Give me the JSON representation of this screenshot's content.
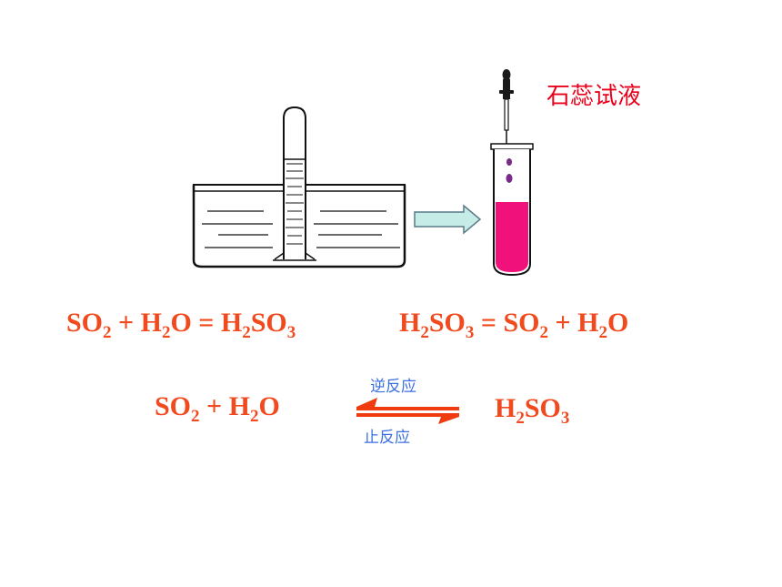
{
  "reagent_label": "石蕊试液",
  "equation_1": {
    "a": "SO",
    "a_sub": "2",
    "b": " + H",
    "b_sub": "2",
    "c": "O = H",
    "c_sub": "2",
    "d": "SO",
    "d_sub": "3"
  },
  "equation_2": {
    "a": "H",
    "a_sub": "2",
    "b": "SO",
    "b_sub": "3",
    "c": " = SO",
    "c_sub": "2",
    "d": " + H",
    "d_sub": "2",
    "e": "O"
  },
  "reversible": {
    "left": {
      "a": "SO",
      "a_sub": "2",
      "b": " +  H",
      "b_sub": "2",
      "c": "O"
    },
    "right": {
      "a": "H",
      "a_sub": "2",
      "b": "SO",
      "b_sub": "3"
    },
    "reverse_label": "逆反应",
    "forward_label": "止反应"
  },
  "colors": {
    "equation": "#f04a1e",
    "label_red": "#e8001c",
    "label_blue": "#3b6fe0",
    "solution": "#f0127a",
    "arrow_fill": "#c5ece6"
  }
}
